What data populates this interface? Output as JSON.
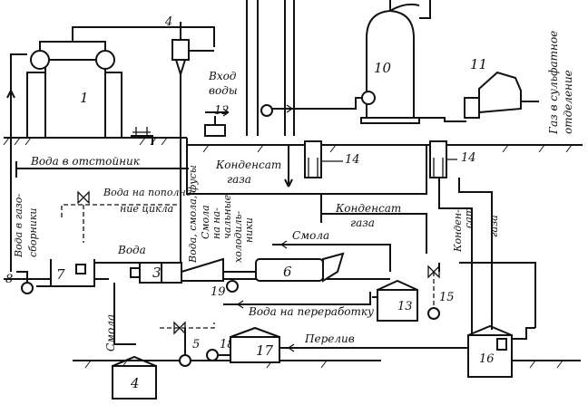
{
  "labels": {
    "water_to_settler": "Вода в отстойник",
    "water_cycle_1": "Вода на пополне-",
    "water_cycle_2": "ние цикла",
    "water_to_gas_collectors_1": "Вода в газо-",
    "water_to_gas_collectors_2": "сборники",
    "water_inlet_1": "Вход",
    "water_inlet_2": "воды",
    "gas_condensate_1_a": "Конденсат",
    "gas_condensate_1_b": "газа",
    "gas_condensate_2_a": "Конденсат",
    "gas_condensate_2_b": "газа",
    "gas_condensate_3_a": "Конден-",
    "gas_condensate_3_b": "сат",
    "gas_condensate_3_c": "газа",
    "water_tar_fusses": "Вода, смола, фусы",
    "tar_on_initial_1": "Смола",
    "tar_on_initial_2": "на на-",
    "tar_on_initial_3": "чальные",
    "tar_on_initial_4": "холодиль-",
    "tar_on_initial_5": "ники",
    "water": "Вода",
    "tar_right": "Смола",
    "tar_left": "Смола",
    "water_to_processing": "Вода на переработку",
    "overflow": "Перелив",
    "gas_to_sulfate_1": "Газ в сульфатное",
    "gas_to_sulfate_2": "отделение"
  },
  "numbers": {
    "n1": "1",
    "n3": "3",
    "n4_top": "4",
    "n4_bottom": "4",
    "n5": "5",
    "n6": "6",
    "n7": "7",
    "n8": "8",
    "n10": "10",
    "n11": "11",
    "n12": "12",
    "n13": "13",
    "n14_a": "14",
    "n14_b": "14",
    "n15": "15",
    "n16": "16",
    "n17": "17",
    "n18": "18",
    "n19": "19"
  }
}
